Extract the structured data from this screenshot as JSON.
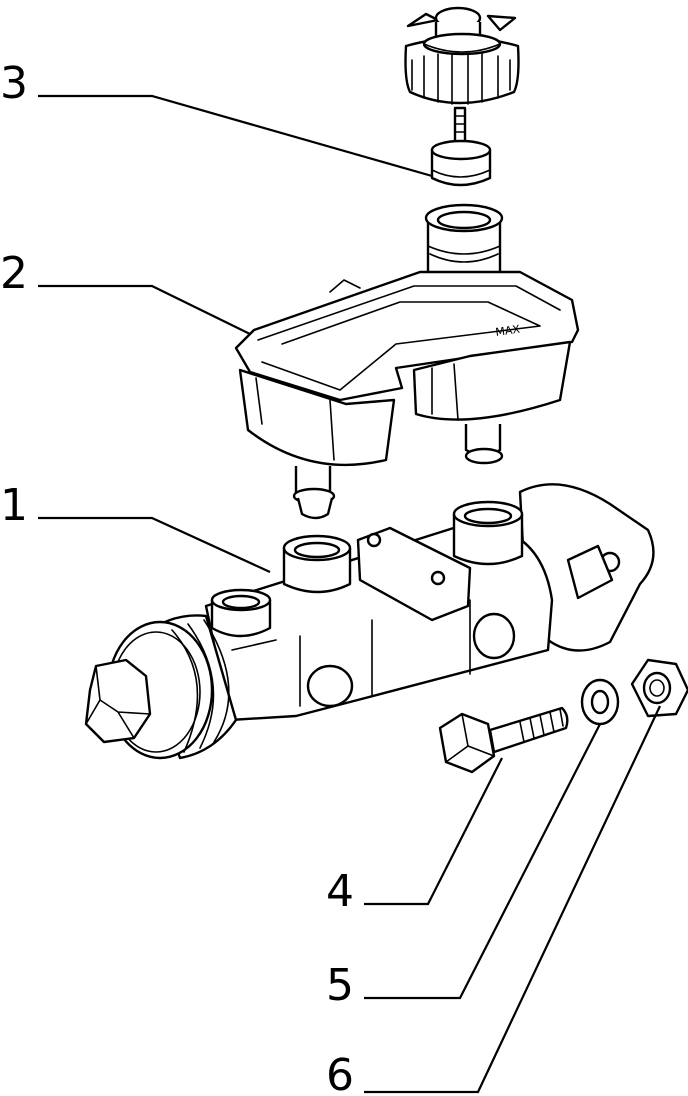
{
  "diagram": {
    "callouts": [
      "1",
      "2",
      "3",
      "4",
      "5",
      "6"
    ],
    "reservoir_marking": "MAX"
  }
}
